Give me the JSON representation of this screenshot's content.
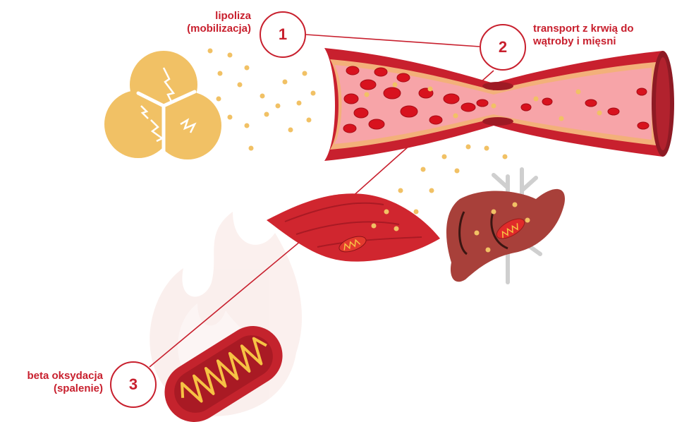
{
  "steps": [
    {
      "number": "1",
      "label_lines": [
        "lipoliza",
        "(mobilizacja)"
      ]
    },
    {
      "number": "2",
      "label_lines": [
        "transport z krwią do",
        "wątroby i mięsni"
      ]
    },
    {
      "number": "3",
      "label_lines": [
        "beta oksydacja",
        "(spalenie)"
      ]
    }
  ],
  "colors": {
    "accent": "#c8202e",
    "fat_cell": "#f1c165",
    "blood_vessel": "#c8202e",
    "muscle": "#d0262f",
    "liver": "#a8403a",
    "mitochondrion": "#c4232d",
    "flame": "#f7e6e4"
  }
}
